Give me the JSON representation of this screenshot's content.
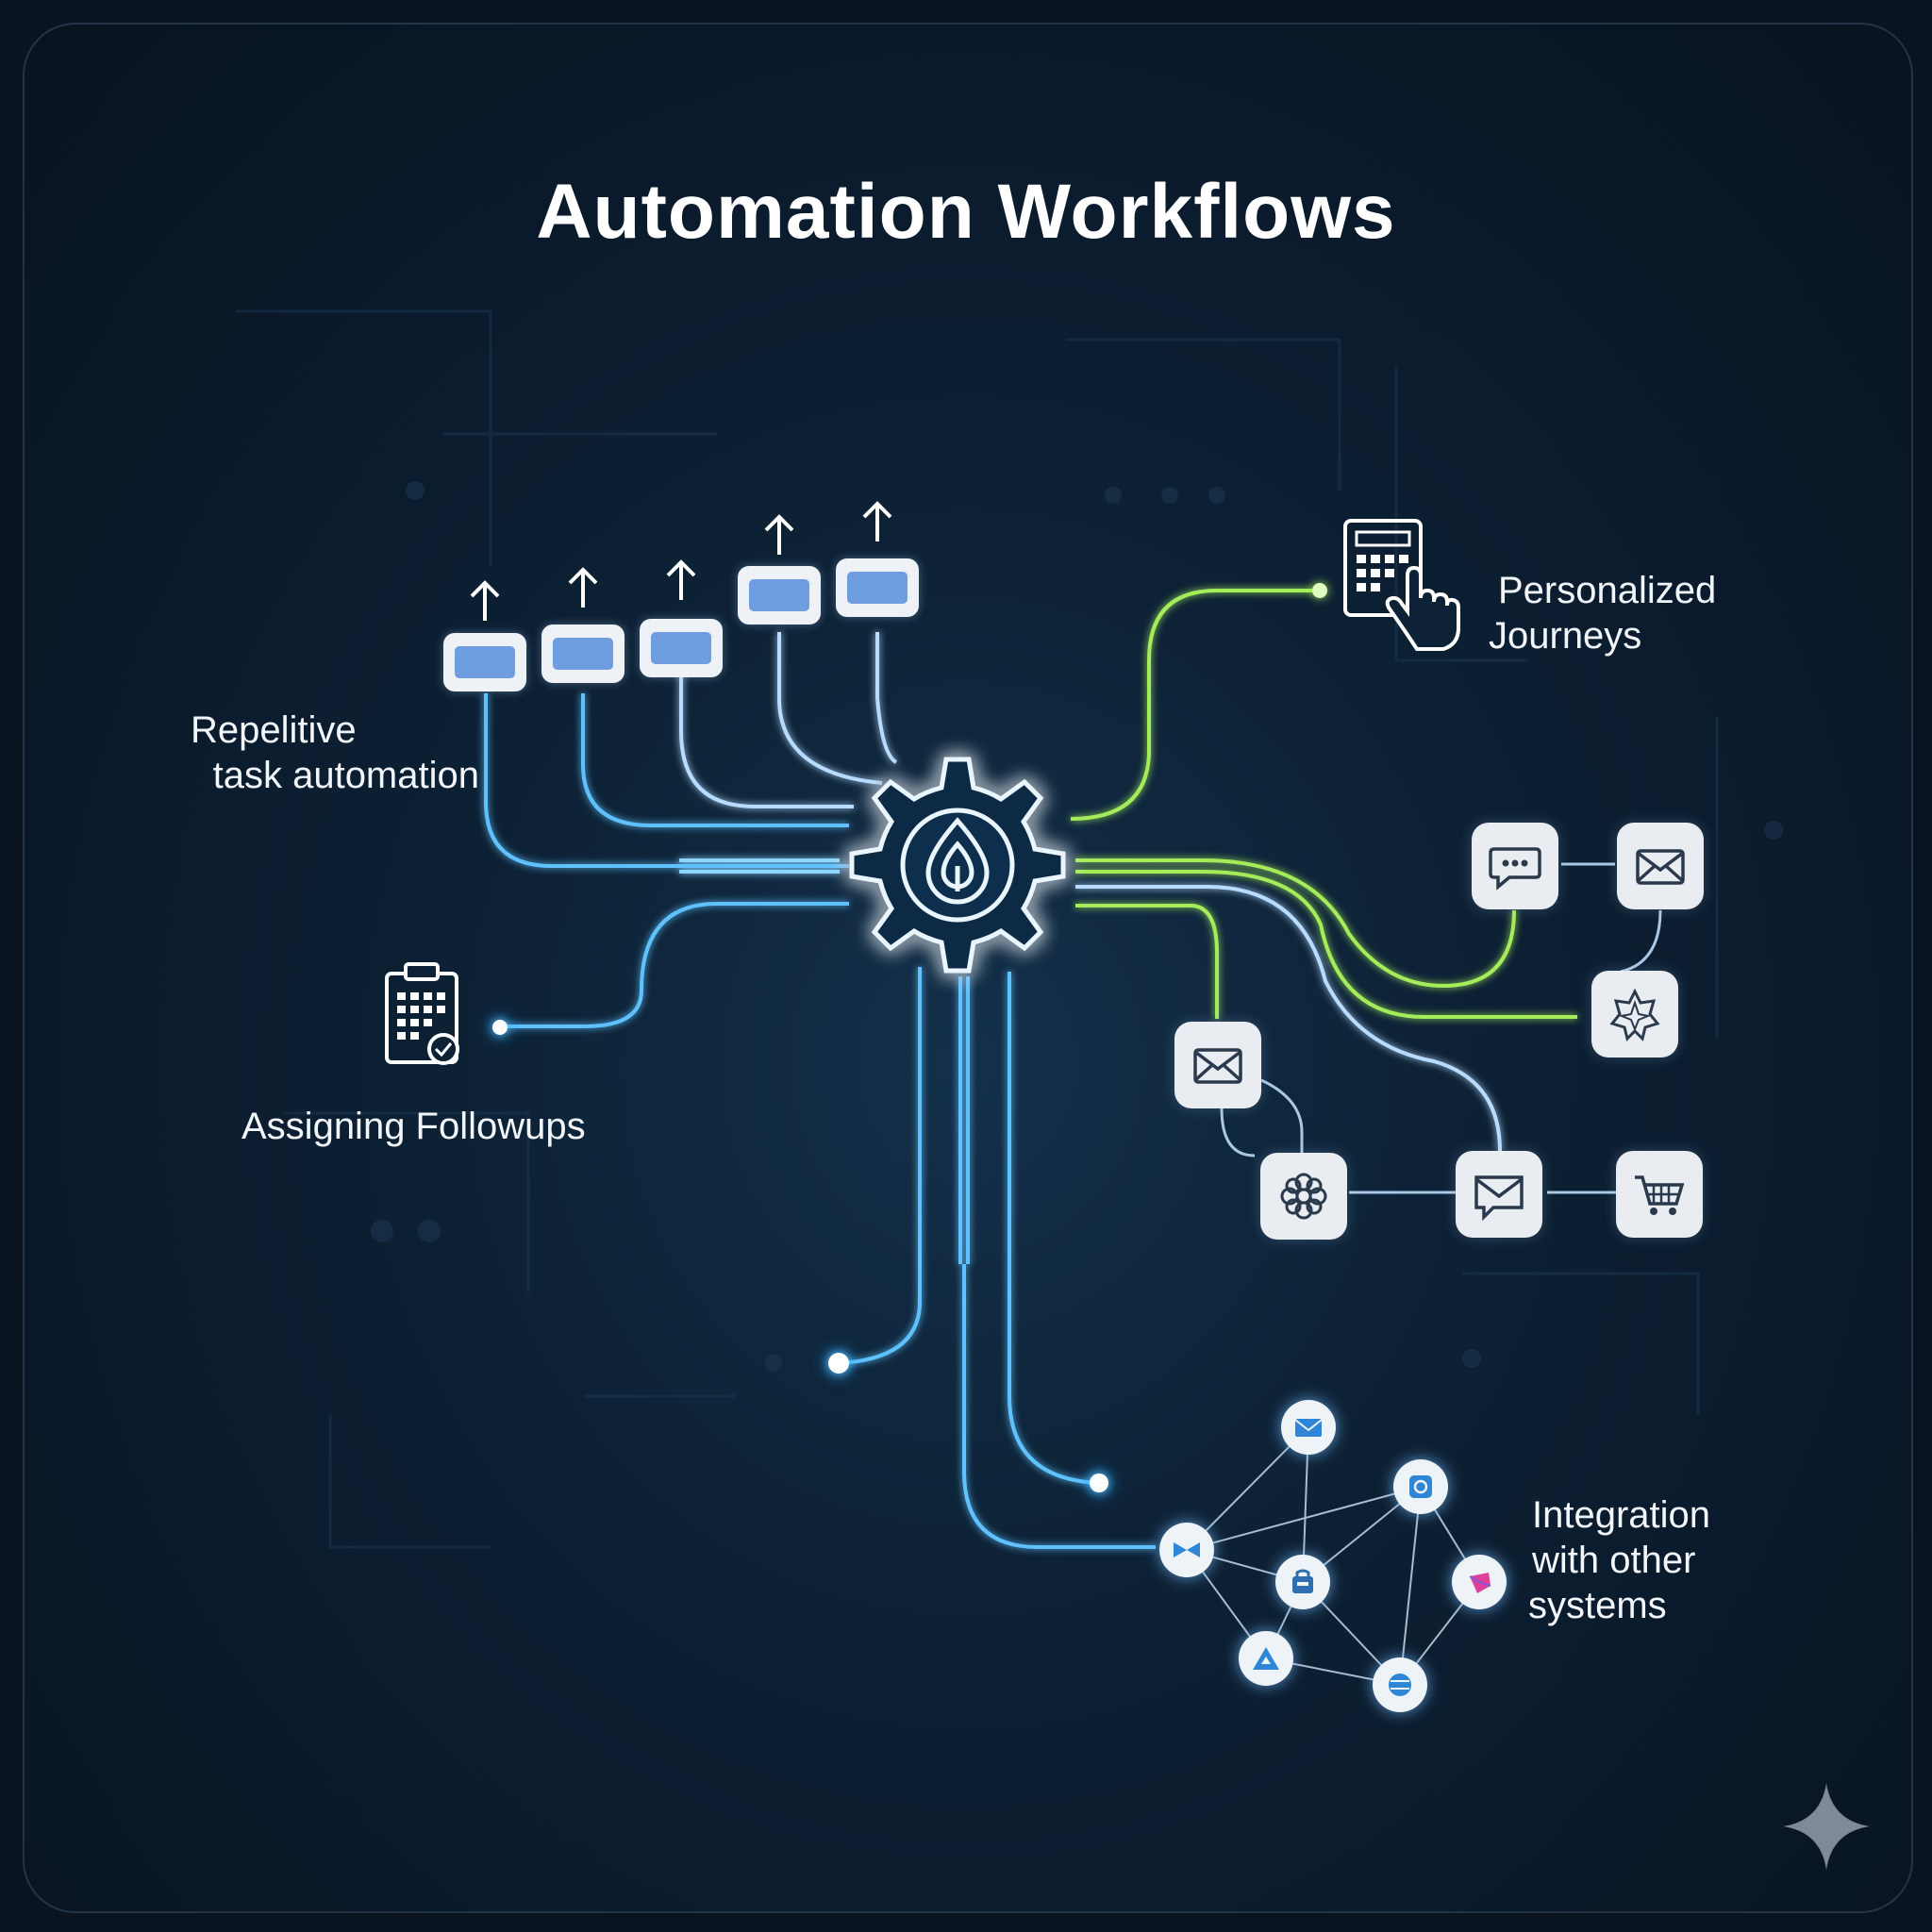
{
  "title": "Automation Workflows",
  "labels": {
    "repetitive": [
      "Repelitive",
      "task automation"
    ],
    "personalized": [
      "Personalized",
      "Journeys"
    ],
    "followups": "Assigning Followups",
    "integration": [
      "Integration",
      "with other",
      "systems"
    ]
  },
  "icons": {
    "hub": "gear-icon",
    "journeys": "calculator-touch-icon",
    "followups": "clipboard-calendar-icon",
    "chat": "chat-bubble-icon",
    "mail": "envelope-icon",
    "cart": "shopping-cart-icon",
    "flower": "flower-icon",
    "badge": "starburst-badge-icon",
    "watermark": "sparkle-icon"
  },
  "colors": {
    "blue_line": "#5ec2ff",
    "green_line": "#a4ec5a",
    "background": "#0b1a2a",
    "tile": "#e9edf2"
  }
}
